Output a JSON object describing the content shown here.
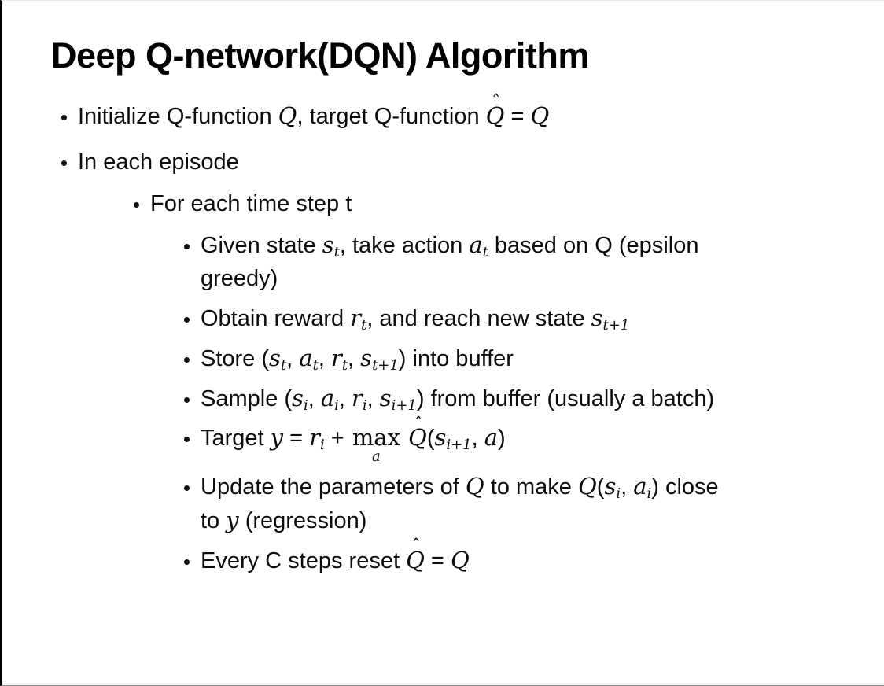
{
  "slide": {
    "title": "Deep Q-network(DQN) Algorithm"
  },
  "bullets": {
    "initialize": [
      {
        "text": "Initialize Q-function "
      },
      {
        "text": "Q",
        "cls": "v"
      },
      {
        "text": ", target Q-function "
      },
      {
        "text": "Q",
        "cls": "v",
        "hat": "ˆ"
      },
      {
        "text": " = "
      },
      {
        "text": "Q",
        "cls": "v"
      }
    ],
    "in_each_episode": [
      {
        "text": "In each episode"
      }
    ],
    "for_each_time_step": [
      {
        "text": "For each time step t"
      }
    ],
    "given_state": [
      {
        "text": "Given state "
      },
      {
        "text": "s",
        "cls": "v"
      },
      {
        "text": "t",
        "cls": "v sub"
      },
      {
        "text": ", take action "
      },
      {
        "text": "a",
        "cls": "v"
      },
      {
        "text": "t",
        "cls": "v sub"
      },
      {
        "text": " based on Q (epsilon"
      },
      {
        "br": true
      },
      {
        "text": "greedy)"
      }
    ],
    "obtain_reward": [
      {
        "text": "Obtain reward "
      },
      {
        "text": "r",
        "cls": "v"
      },
      {
        "text": "t",
        "cls": "v sub"
      },
      {
        "text": ", and reach new state "
      },
      {
        "text": "s",
        "cls": "v"
      },
      {
        "text": "t+1",
        "cls": "v sub"
      }
    ],
    "store": [
      {
        "text": "Store ("
      },
      {
        "text": "s",
        "cls": "v"
      },
      {
        "text": "t",
        "cls": "v sub"
      },
      {
        "text": ", "
      },
      {
        "text": "a",
        "cls": "v"
      },
      {
        "text": "t",
        "cls": "v sub"
      },
      {
        "text": ", "
      },
      {
        "text": "r",
        "cls": "v"
      },
      {
        "text": "t",
        "cls": "v sub"
      },
      {
        "text": ", "
      },
      {
        "text": "s",
        "cls": "v"
      },
      {
        "text": "t+1",
        "cls": "v sub"
      },
      {
        "text": ") into buffer"
      }
    ],
    "sample": [
      {
        "text": "Sample ("
      },
      {
        "text": "s",
        "cls": "v"
      },
      {
        "text": "i",
        "cls": "v sub"
      },
      {
        "text": ", "
      },
      {
        "text": "a",
        "cls": "v"
      },
      {
        "text": "i",
        "cls": "v sub"
      },
      {
        "text": ", "
      },
      {
        "text": "r",
        "cls": "v"
      },
      {
        "text": "i",
        "cls": "v sub"
      },
      {
        "text": ", "
      },
      {
        "text": "s",
        "cls": "v"
      },
      {
        "text": "i+1",
        "cls": "v sub"
      },
      {
        "text": ") from buffer (usually a batch)"
      }
    ],
    "target": [
      {
        "text": "Target "
      },
      {
        "text": "y",
        "cls": "v"
      },
      {
        "text": " = "
      },
      {
        "text": "r",
        "cls": "v"
      },
      {
        "text": "i",
        "cls": "v sub"
      },
      {
        "text": " + "
      },
      {
        "text": "max",
        "cls": "fn",
        "under": "a"
      },
      {
        "text": " "
      },
      {
        "text": "Q",
        "cls": "v",
        "hat": "ˆ"
      },
      {
        "text": "("
      },
      {
        "text": "s",
        "cls": "v"
      },
      {
        "text": "i+1",
        "cls": "v sub"
      },
      {
        "text": ", "
      },
      {
        "text": "a",
        "cls": "v"
      },
      {
        "text": ")"
      }
    ],
    "update": [
      {
        "text": "Update the parameters of "
      },
      {
        "text": "Q",
        "cls": "v"
      },
      {
        "text": " to make "
      },
      {
        "text": "Q",
        "cls": "v"
      },
      {
        "text": "("
      },
      {
        "text": "s",
        "cls": "v"
      },
      {
        "text": "i",
        "cls": "v sub"
      },
      {
        "text": ", "
      },
      {
        "text": "a",
        "cls": "v"
      },
      {
        "text": "i",
        "cls": "v sub"
      },
      {
        "text": ") close"
      },
      {
        "br": true
      },
      {
        "text": "to "
      },
      {
        "text": "y",
        "cls": "v"
      },
      {
        "text": " (regression)"
      }
    ],
    "every_c_steps": [
      {
        "text": "Every C steps reset "
      },
      {
        "text": "Q",
        "cls": "v",
        "hat": "ˆ"
      },
      {
        "text": " = "
      },
      {
        "text": "Q",
        "cls": "v"
      }
    ]
  }
}
